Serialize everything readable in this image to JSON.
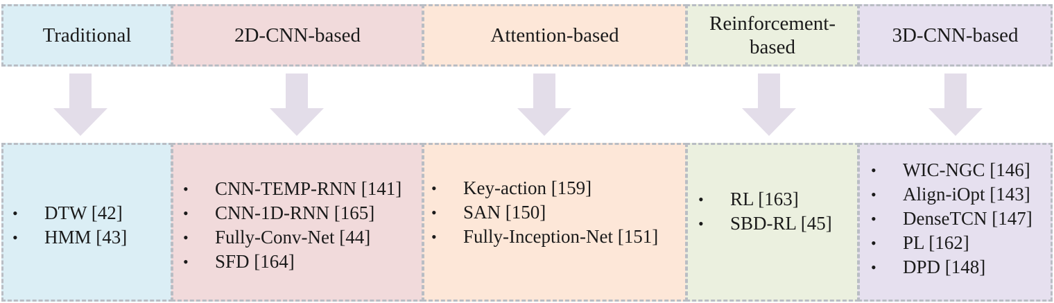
{
  "colors": {
    "traditional": "#dbeef5",
    "cnn2d": "#f1dadb",
    "attention": "#fde7d8",
    "reinforcement": "#ebf0df",
    "cnn3d": "#e6e0ef",
    "arrow": "#e3dde9",
    "border": "#b9bdc4"
  },
  "categories": [
    {
      "key": "traditional",
      "title": "Traditional",
      "items": [
        "DTW [42]",
        "HMM [43]"
      ]
    },
    {
      "key": "cnn2d",
      "title": "2D-CNN-based",
      "items": [
        "CNN-TEMP-RNN [141]",
        "CNN-1D-RNN [165]",
        "Fully-Conv-Net [44]",
        "SFD [164]"
      ]
    },
    {
      "key": "attention",
      "title": "Attention-based",
      "items": [
        "Key-action [159]",
        "SAN [150]",
        "Fully-Inception-Net [151]"
      ]
    },
    {
      "key": "reinforcement",
      "title_lines": [
        "Reinforcement-",
        "based"
      ],
      "items": [
        "RL [163]",
        "SBD-RL [45]"
      ]
    },
    {
      "key": "cnn3d",
      "title": "3D-CNN-based",
      "items": [
        "WIC-NGC [146]",
        "Align-iOpt [143]",
        "DenseTCN [147]",
        "PL [162]",
        "DPD [148]"
      ]
    }
  ]
}
